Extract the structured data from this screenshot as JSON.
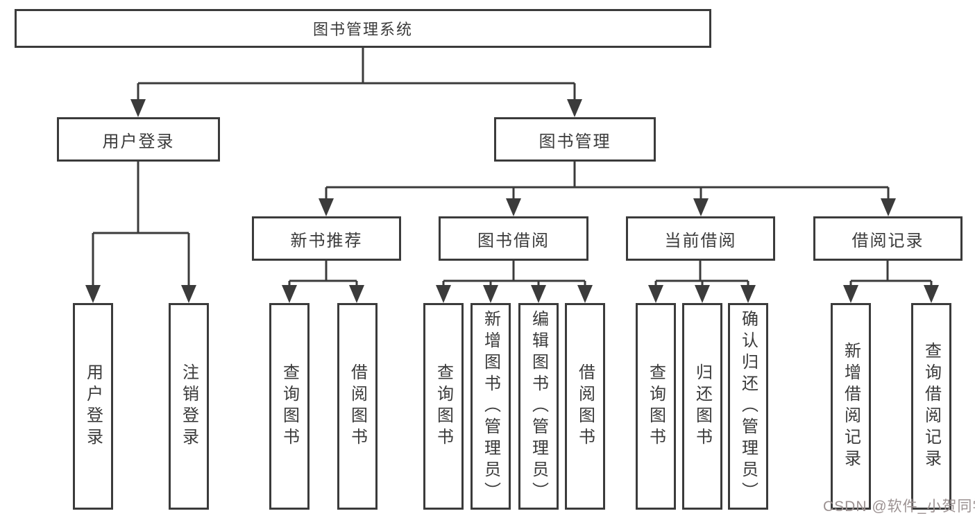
{
  "diagram": {
    "root": {
      "label": "图书管理系统"
    },
    "level2": [
      {
        "label": "用户登录"
      },
      {
        "label": "图书管理"
      }
    ],
    "level3": [
      {
        "label": "新书推荐"
      },
      {
        "label": "图书借阅"
      },
      {
        "label": "当前借阅"
      },
      {
        "label": "借阅记录"
      }
    ],
    "leaves": {
      "user_login": [
        "用户登录",
        "注销登录"
      ],
      "new_book_recommend": [
        "查询图书",
        "借阅图书"
      ],
      "book_borrow": [
        "查询图书",
        "新增图书（管理员）",
        "编辑图书（管理员）",
        "借阅图书"
      ],
      "current_borrow": [
        "查询图书",
        "归还图书",
        "确认归还（管理员）"
      ],
      "borrow_records": [
        "新增借阅记录",
        "查询借阅记录"
      ]
    }
  },
  "watermark": {
    "text": "CSDN @软件_小贺同学",
    "color": "#9b9191"
  },
  "colors": {
    "line": "#3b3b3b",
    "box_background": "#ffffff",
    "text": "#3a3a3a"
  }
}
